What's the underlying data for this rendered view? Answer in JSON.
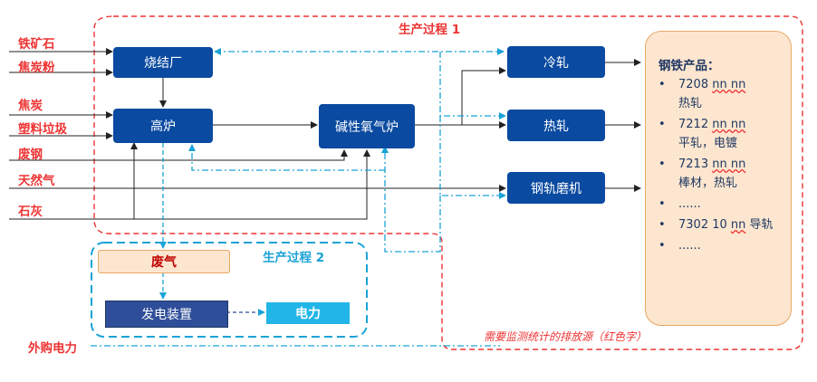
{
  "process1": {
    "title": "生产过程 1"
  },
  "process2": {
    "title": "生产过程 2"
  },
  "inputs": [
    "铁矿石",
    "焦炭粉",
    "焦炭",
    "塑料垃圾",
    "废钢",
    "天然气",
    "石灰"
  ],
  "purchased_power": "外购电力",
  "units": {
    "sinter": "烧结厂",
    "blast_furnace": "高炉",
    "bof": "碱性氧气炉",
    "cold_roll": "冷轧",
    "hot_roll": "热轧",
    "rail_mill": "钢轨磨机",
    "waste_gas": "废气",
    "generator": "发电装置",
    "electricity": "电力"
  },
  "products": {
    "title": "钢铁产品：",
    "items": [
      {
        "code": "7208 ",
        "unit": "nn nn",
        "desc": "热轧"
      },
      {
        "code": "7212 ",
        "unit": "nn nn",
        "desc": "平轧，电镀"
      },
      {
        "code": "7213 ",
        "unit": "nn nn",
        "desc": "棒材，热轧"
      },
      {
        "code": "......",
        "unit": "",
        "desc": ""
      },
      {
        "code": "7302 10 ",
        "unit": "nn",
        "desc": "导轨"
      },
      {
        "code": "......",
        "unit": "",
        "desc": ""
      }
    ]
  },
  "note": "需要监测统计的排放源（红色字）",
  "colors": {
    "process_box": "#0a4aa0",
    "emission_text": "#ee3333",
    "process2_border": "#1aa3d6",
    "products_fill": "#fde6cf"
  }
}
